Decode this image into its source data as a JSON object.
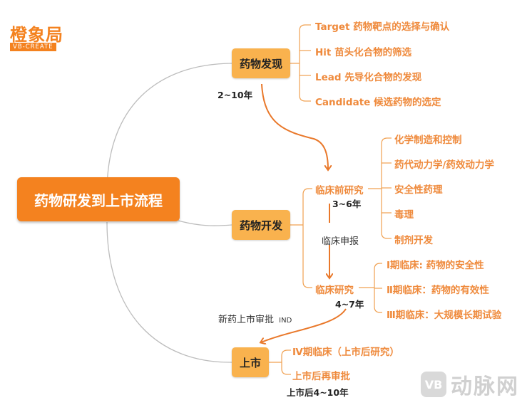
{
  "logo": {
    "title": "橙象局",
    "subtitle": "VB-CREATE"
  },
  "root": {
    "label": "药物研发到上市流程"
  },
  "discovery": {
    "label": "药物发现",
    "duration": "2~10年",
    "items": [
      "Target  药物靶点的选择与确认",
      "Hit  苗头化合物的筛选",
      "Lead  先导化合物的发现",
      "Candidate  候选药物的选定"
    ]
  },
  "development": {
    "label": "药物开发",
    "preclinical": {
      "label": "临床前研究",
      "duration": "3~6年",
      "items": [
        "化学制造和控制",
        "药代动力学/药效动力学",
        "安全性药理",
        "毒理",
        "制剂开发"
      ]
    },
    "application": "临床申报",
    "clinical": {
      "label": "临床研究",
      "duration": "4~7年",
      "items": [
        "Ⅰ期临床: 药物的安全性",
        "Ⅱ期临床：药物的有效性",
        "Ⅲ期临床：大规模长期试验"
      ]
    },
    "approval_note": {
      "main": "新药上市审批",
      "suffix": "IND"
    }
  },
  "market": {
    "label": "上市",
    "items": [
      "Ⅳ期临床（上市后研究）",
      "上市后再审批"
    ],
    "duration": "上市后4~10年"
  },
  "watermark": {
    "badge": "VB",
    "text": "动脉网"
  },
  "colors": {
    "root": "#f4821f",
    "stage": "#f9b24e",
    "leaf_text": "#ef8a3c",
    "line": "#f0a050",
    "arrow": "#e9782a"
  }
}
